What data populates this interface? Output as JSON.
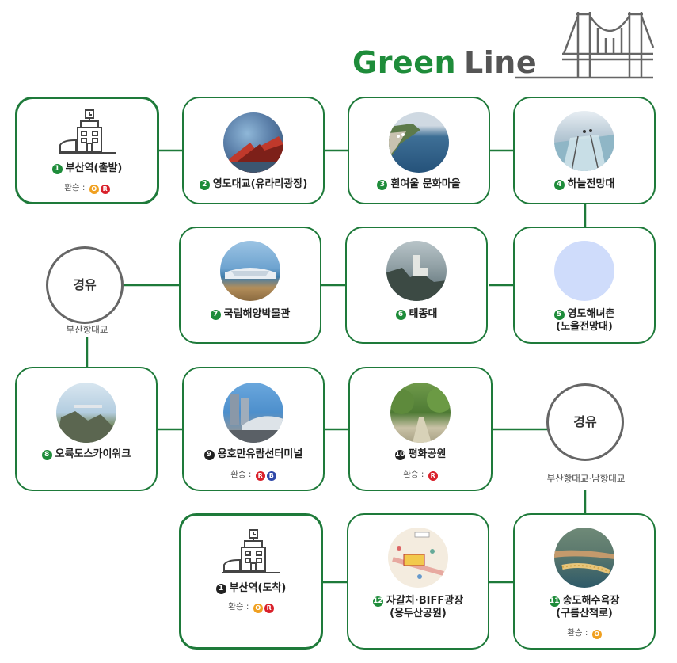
{
  "title": {
    "green": "Green",
    "line": "Line"
  },
  "xfer_label": "환승 :",
  "colors": {
    "green": "#1e8c3a",
    "orange_line": "#f0a020",
    "red_line": "#d9212b",
    "blue_line": "#2e47a8"
  },
  "stops": [
    {
      "num": "1",
      "name": "부산역(출발)",
      "icon": "train-station-icon",
      "xfer": [
        "O",
        "R"
      ]
    },
    {
      "num": "2",
      "name": "영도대교(유라리광장)"
    },
    {
      "num": "3",
      "name": "흰여울 문화마을"
    },
    {
      "num": "4",
      "name": "하늘전망대"
    },
    {
      "num": "5",
      "name": "영도해녀촌",
      "name2": "(노을전망대)"
    },
    {
      "num": "6",
      "name": "태종대"
    },
    {
      "num": "7",
      "name": "국립해양박물관"
    },
    {
      "num": "8",
      "name": "오륙도스카이워크"
    },
    {
      "num": "9",
      "name": "용호만유람선터미널",
      "xfer": [
        "R",
        "B"
      ]
    },
    {
      "num": "10",
      "name": "평화공원",
      "xfer": [
        "R"
      ]
    },
    {
      "num": "11",
      "name": "송도해수욕장",
      "name2": "(구름산책로)",
      "xfer": [
        "O"
      ]
    },
    {
      "num": "12",
      "name": "자갈치·BIFF광장",
      "name2": "(용두산공원)"
    },
    {
      "num": "1",
      "name": "부산역(도착)",
      "icon": "train-station-icon",
      "xfer": [
        "O",
        "R"
      ]
    }
  ],
  "via": [
    {
      "label": "경유",
      "caption": "부산항대교"
    },
    {
      "label": "경유",
      "caption": "부산항대교·남항대교"
    }
  ]
}
